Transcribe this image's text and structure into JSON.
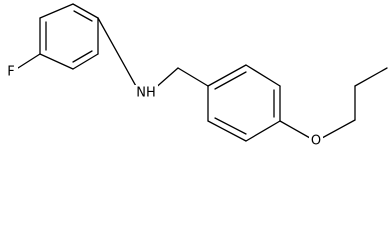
{
  "molecule": {
    "atoms": {
      "fluorine": "F",
      "amine": "NH",
      "oxygen": "O"
    },
    "colors": {
      "bond": "#000000",
      "label": "#000000",
      "background": "#ffffff"
    }
  }
}
